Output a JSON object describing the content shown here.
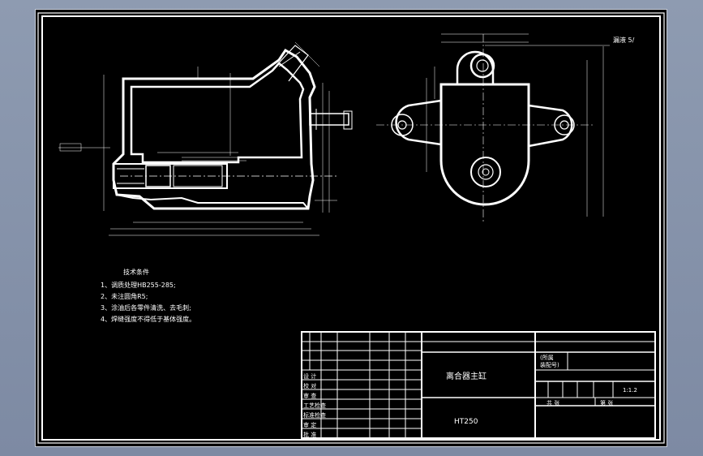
{
  "drawing": {
    "view_label": "漏液 5/",
    "left_tag": ""
  },
  "notes": {
    "title": "技术条件",
    "items": [
      "1、调质处理HB255-285;",
      "2、未注圆角R5;",
      "3、涂油后各零件清洗、去毛刺;",
      "4、焊缝强度不得低于基体强度。"
    ]
  },
  "title_block": {
    "part_name": "离合器主缸",
    "material": "HT250",
    "scale": "1:1.2",
    "sheet_total": "共  张",
    "sheet_no": "第  张",
    "dept_label": "(所属\n装配号)",
    "row_labels": [
      "设 计",
      "校 对",
      "审 查",
      "工艺检查",
      "标准检查",
      "审 定",
      "批 准"
    ]
  },
  "colors": {
    "line": "#ffffff",
    "background": "#000000",
    "frame": "#ffffff"
  }
}
